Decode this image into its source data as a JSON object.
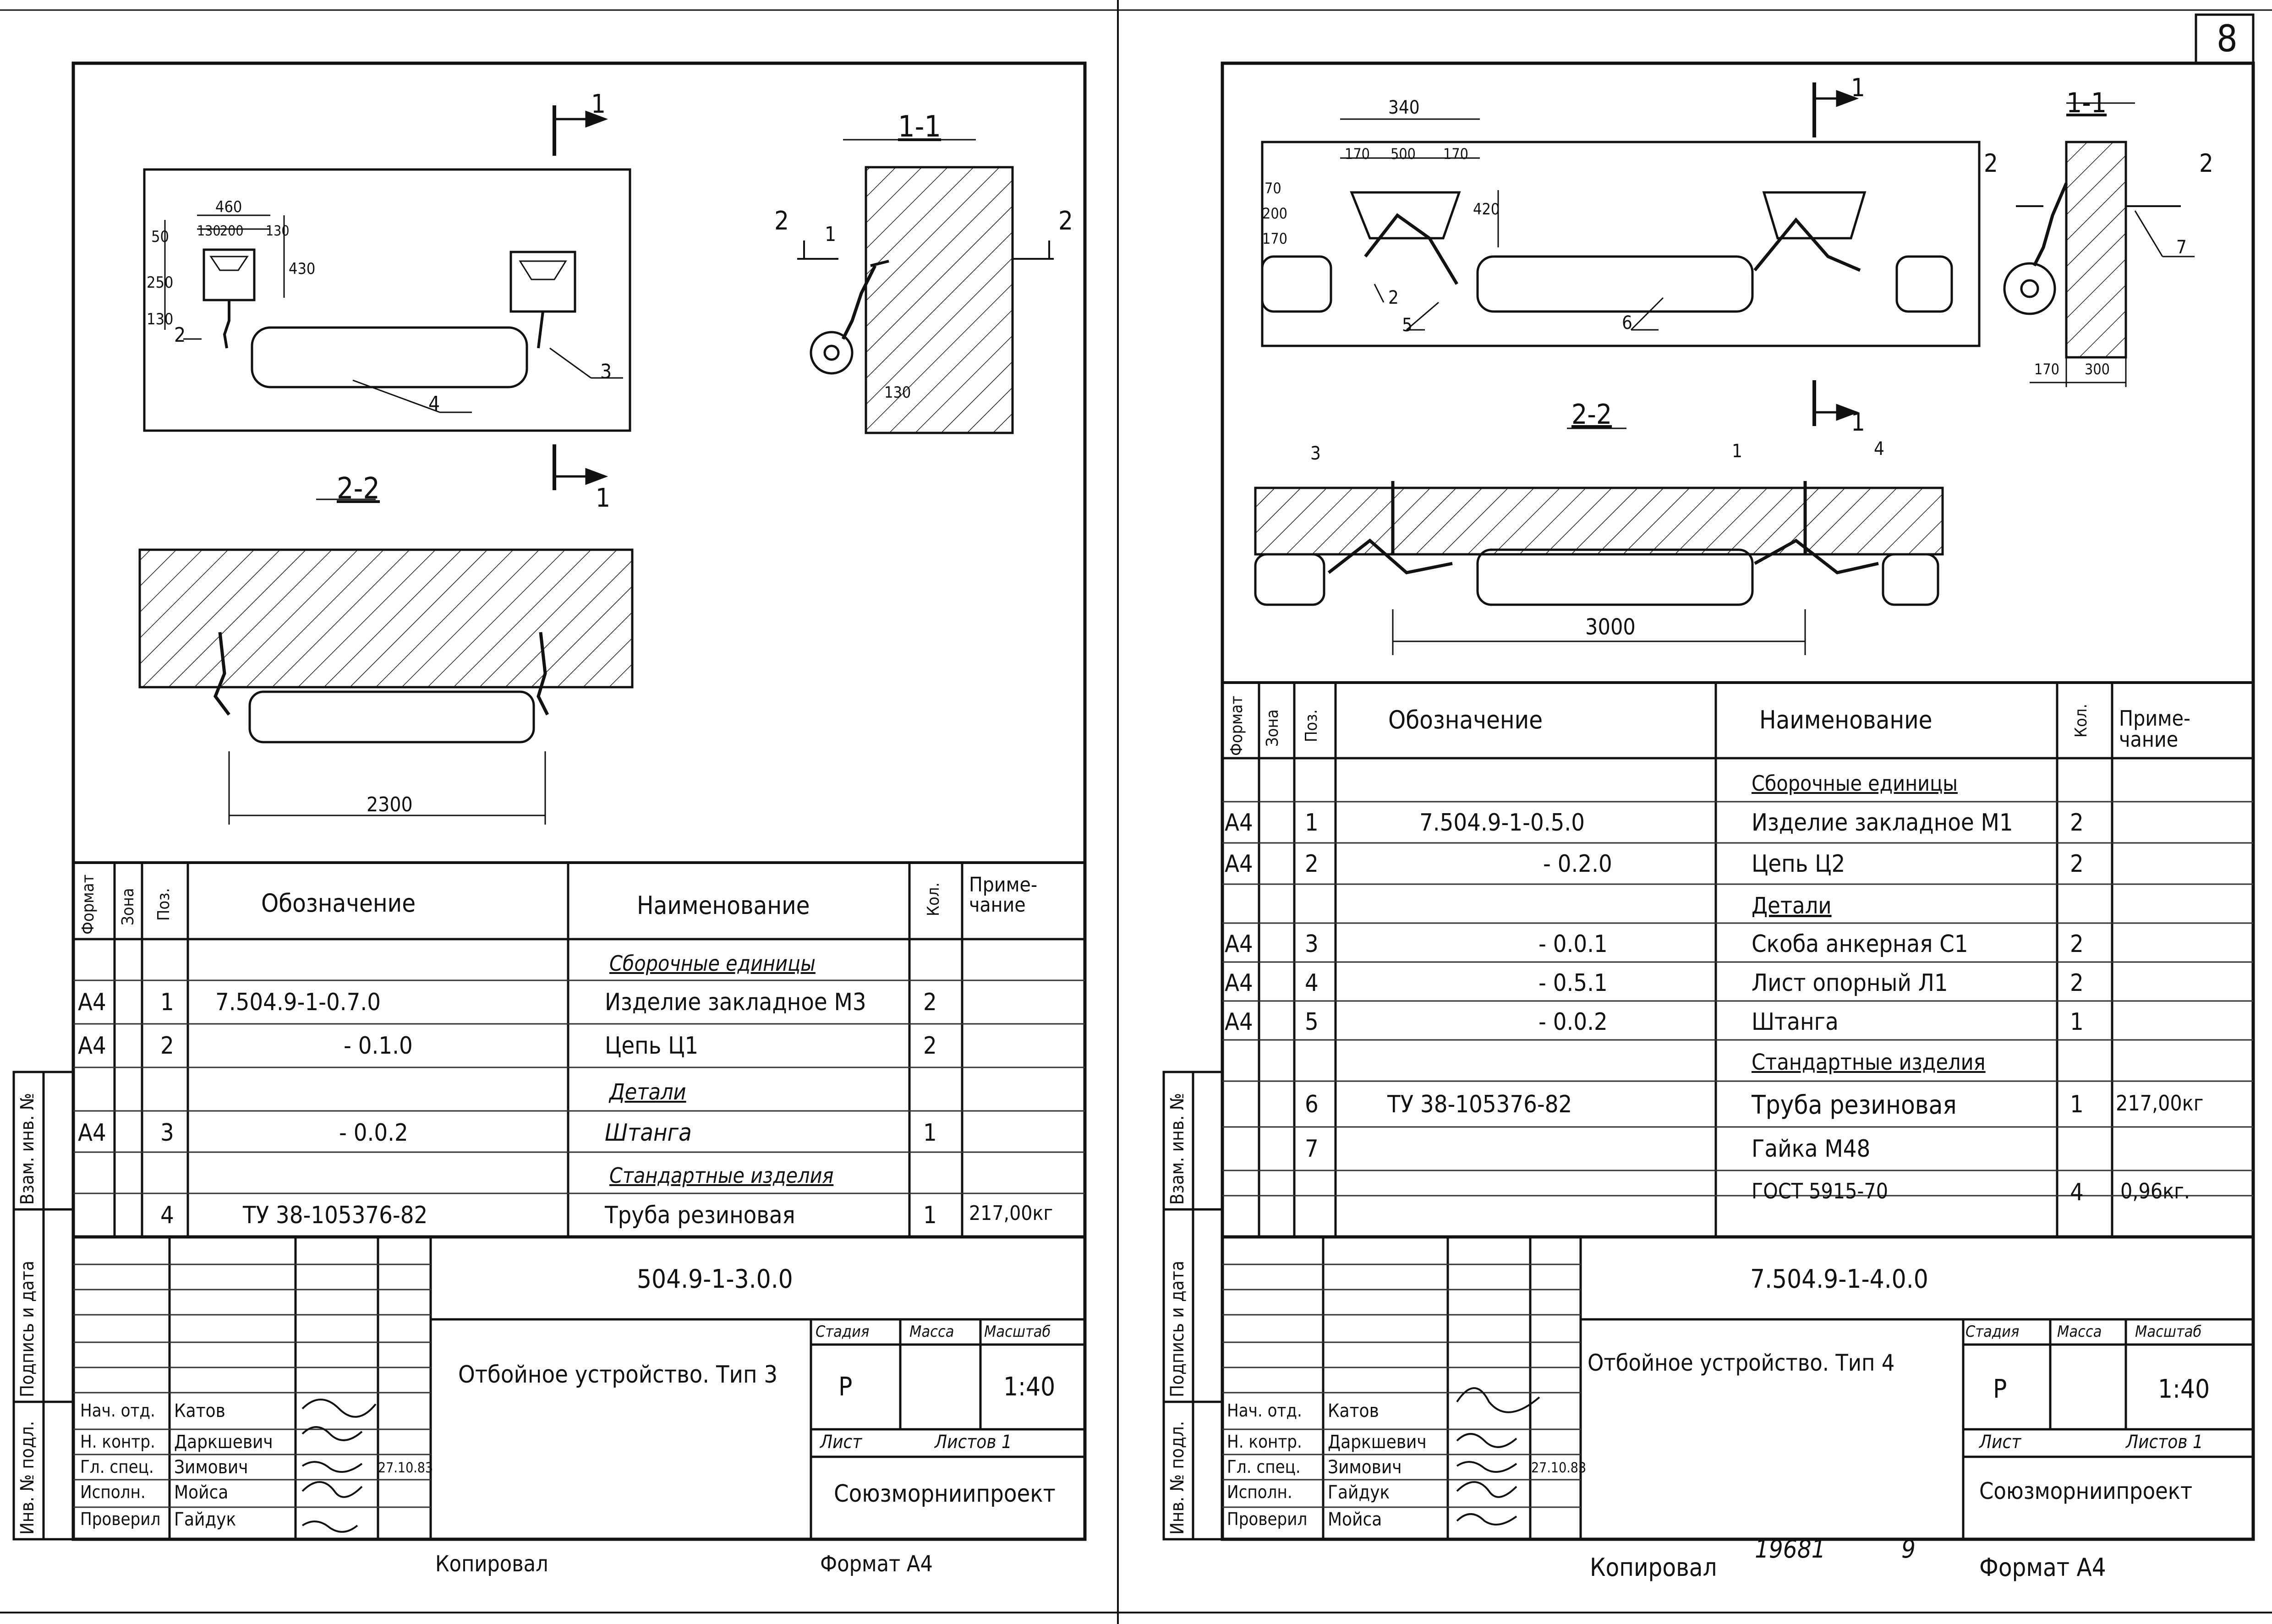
{
  "page_number": "8",
  "left": {
    "code": "504.9-1-3.0.0",
    "title": "Отбойное устройство. Тип 3",
    "stage": "Р",
    "scale": "1:40",
    "sheet_label": "Лист",
    "sheets_label": "Листов 1",
    "org": "Союзморниипроект",
    "date": "27.10.83",
    "section_a": "1-1",
    "section_b": "2-2",
    "cut1": "1",
    "cut2": "2",
    "dims": {
      "d460": "460",
      "d130": "130",
      "d200": "200",
      "d130b": "130",
      "d430": "430",
      "v1": "130",
      "v2": "250",
      "v3": "50",
      "d130c": "130",
      "d2300": "2300"
    },
    "leaders": [
      "1",
      "2",
      "3",
      "4"
    ],
    "roles": [
      {
        "role": "Нач. отд.",
        "name": "Катов"
      },
      {
        "role": "Н. контр.",
        "name": "Даркшевич"
      },
      {
        "role": "Гл. спец.",
        "name": "Зимович"
      },
      {
        "role": "Исполн.",
        "name": "Мойса"
      },
      {
        "role": "Проверил",
        "name": "Гайдук"
      }
    ],
    "rows": [
      {
        "fmt": "",
        "pos": "",
        "des": "",
        "name": "Сборочные единицы",
        "qty": "",
        "note": "",
        "head": true
      },
      {
        "fmt": "А4",
        "pos": "1",
        "des": "7.504.9-1-0.7.0",
        "name": "Изделие закладное М3",
        "qty": "2",
        "note": ""
      },
      {
        "fmt": "А4",
        "pos": "2",
        "des": "- 0.1.0",
        "name": "Цепь Ц1",
        "qty": "2",
        "note": ""
      },
      {
        "fmt": "",
        "pos": "",
        "des": "",
        "name": "Детали",
        "qty": "",
        "note": "",
        "head": true
      },
      {
        "fmt": "А4",
        "pos": "3",
        "des": "- 0.0.2",
        "name": "Штанга",
        "qty": "1",
        "note": ""
      },
      {
        "fmt": "",
        "pos": "",
        "des": "",
        "name": "Стандартные изделия",
        "qty": "",
        "note": "",
        "head": true
      },
      {
        "fmt": "",
        "pos": "4",
        "des": "ТУ 38-105376-82",
        "name": "Труба резиновая",
        "qty": "1",
        "note": "217,00кг"
      }
    ],
    "footer_copy": "Копировал",
    "footer_format": "Формат А4"
  },
  "right": {
    "code": "7.504.9-1-4.0.0",
    "title": "Отбойное устройство. Тип 4",
    "stage": "Р",
    "scale": "1:40",
    "sheet_label": "Лист",
    "sheets_label": "Листов 1",
    "org": "Союзморниипроект",
    "date": "27.10.83",
    "section_a": "1-1",
    "section_b": "2-2",
    "cut1": "1",
    "cut2": "2",
    "dims": {
      "d340": "340",
      "d170": "170",
      "d500": "500",
      "d170b": "170",
      "d420": "420",
      "v1": "170",
      "v2": "200",
      "v3": "70",
      "d170c": "170",
      "d300": "300",
      "d3000": "3000"
    },
    "leaders": [
      "1",
      "2",
      "3",
      "4",
      "5",
      "6",
      "7"
    ],
    "roles": [
      {
        "role": "Нач. отд.",
        "name": "Катов"
      },
      {
        "role": "Н. контр.",
        "name": "Даркшевич"
      },
      {
        "role": "Гл. спец.",
        "name": "Зимович"
      },
      {
        "role": "Исполн.",
        "name": "Гайдук"
      },
      {
        "role": "Проверил",
        "name": "Мойса"
      }
    ],
    "rows": [
      {
        "fmt": "",
        "pos": "",
        "des": "",
        "name": "Сборочные единицы",
        "qty": "",
        "note": "",
        "head": true
      },
      {
        "fmt": "А4",
        "pos": "1",
        "des": "7.504.9-1-0.5.0",
        "name": "Изделие закладное М1",
        "qty": "2",
        "note": ""
      },
      {
        "fmt": "А4",
        "pos": "2",
        "des": "- 0.2.0",
        "name": "Цепь Ц2",
        "qty": "2",
        "note": ""
      },
      {
        "fmt": "",
        "pos": "",
        "des": "",
        "name": "Детали",
        "qty": "",
        "note": "",
        "head": true
      },
      {
        "fmt": "А4",
        "pos": "3",
        "des": "- 0.0.1",
        "name": "Скоба анкерная С1",
        "qty": "2",
        "note": ""
      },
      {
        "fmt": "А4",
        "pos": "4",
        "des": "- 0.5.1",
        "name": "Лист опорный Л1",
        "qty": "2",
        "note": ""
      },
      {
        "fmt": "А4",
        "pos": "5",
        "des": "- 0.0.2",
        "name": "Штанга",
        "qty": "1",
        "note": ""
      },
      {
        "fmt": "",
        "pos": "",
        "des": "",
        "name": "Стандартные изделия",
        "qty": "",
        "note": "",
        "head": true
      },
      {
        "fmt": "",
        "pos": "6",
        "des": "ТУ 38-105376-82",
        "name": "Труба резиновая",
        "qty": "1",
        "note": "217,00кг"
      },
      {
        "fmt": "",
        "pos": "7",
        "des": "",
        "name": "Гайка М48",
        "qty": "",
        "note": ""
      },
      {
        "fmt": "",
        "pos": "",
        "des": "",
        "name": "ГОСТ 5915-70",
        "qty": "4",
        "note": "0,96кг."
      }
    ],
    "footer_copy": "Копировал",
    "footer_inv": "19681",
    "footer_num": "9",
    "footer_format": "Формат А4"
  },
  "spec_headers": {
    "fmt": "Формат",
    "zone": "Зона",
    "pos": "Поз.",
    "des": "Обозначение",
    "name": "Наименование",
    "qty": "Кол.",
    "note": "Приме-чание"
  },
  "tb_headers": {
    "stage": "Стадия",
    "mass": "Масса",
    "scale": "Масштаб"
  },
  "side_stamp": [
    "Взам. инв. №",
    "Подпись и дата",
    "Инв. № подл."
  ]
}
